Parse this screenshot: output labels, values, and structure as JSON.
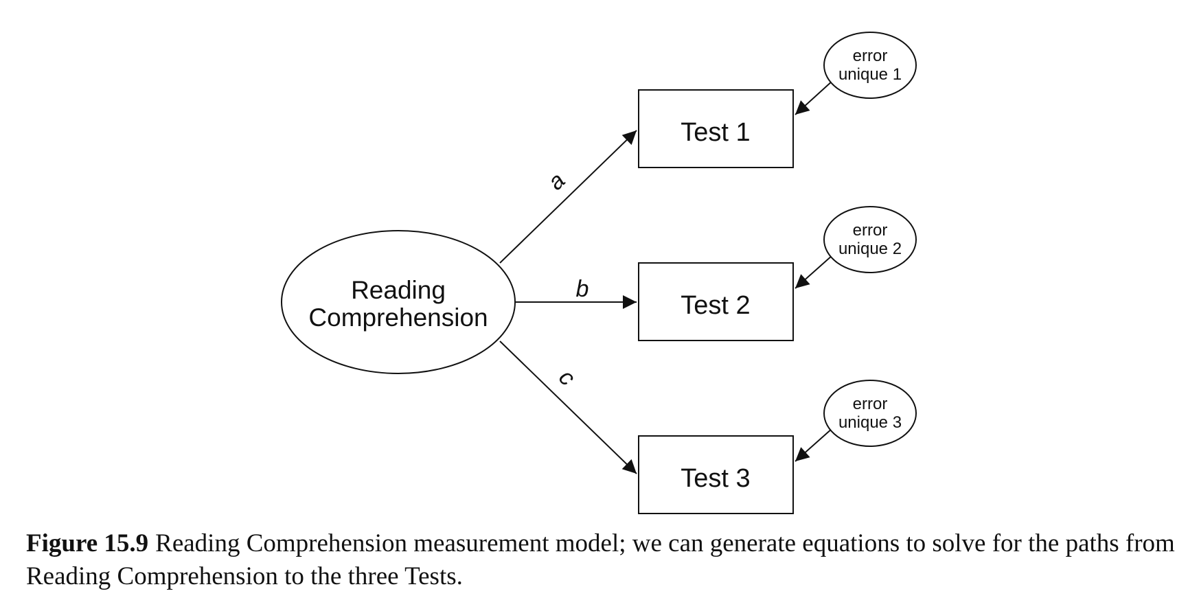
{
  "diagram": {
    "latent": {
      "line1": "Reading",
      "line2": "Comprehension"
    },
    "tests": [
      {
        "label": "Test 1"
      },
      {
        "label": "Test 2"
      },
      {
        "label": "Test 3"
      }
    ],
    "errors": [
      {
        "line1": "error",
        "line2": "unique 1"
      },
      {
        "line1": "error",
        "line2": "unique 2"
      },
      {
        "line1": "error",
        "line2": "unique 3"
      }
    ],
    "paths": [
      {
        "label": "a"
      },
      {
        "label": "b"
      },
      {
        "label": "c"
      }
    ]
  },
  "caption": {
    "label": "Figure 15.9",
    "text": "Reading Comprehension measurement model; we can generate equations to solve for the paths from Reading Comprehension to the three Tests."
  },
  "colors": {
    "stroke": "#111111",
    "background": "#ffffff"
  }
}
